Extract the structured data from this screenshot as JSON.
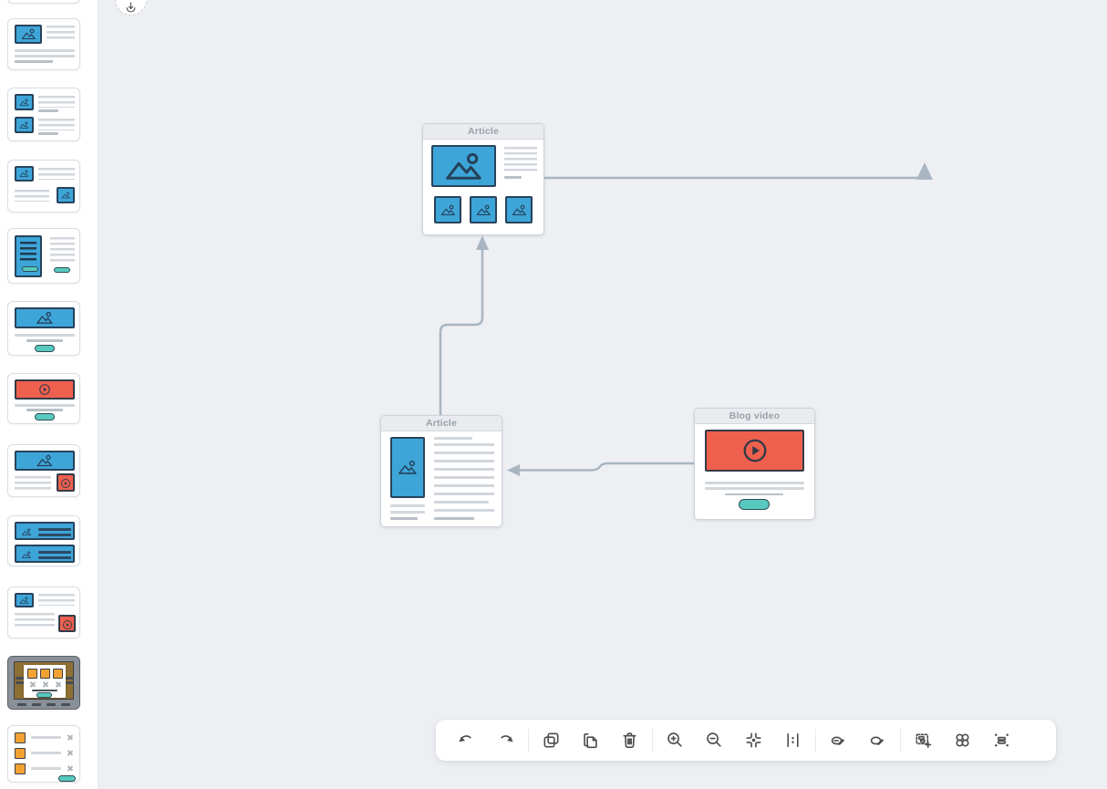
{
  "app": {
    "description": "visual sitemap and wireframe editor canvas"
  },
  "canvas": {
    "nodes": [
      {
        "label": "Article",
        "kind": "article-hero-with-thumbnails"
      },
      {
        "label": "Article",
        "kind": "article-image-left-text"
      },
      {
        "label": "Blog video",
        "kind": "video-player-with-button"
      }
    ],
    "connectors": [
      {
        "from": "article-top-right",
        "to": "offscreen-right",
        "arrow": "up"
      },
      {
        "from": "article-bottom-top",
        "to": "article-top-bottom",
        "arrow": "up"
      },
      {
        "from": "blog-video-left",
        "to": "article-bottom-right",
        "arrow": "left"
      }
    ]
  },
  "sidebar": {
    "templates": [
      {
        "name": "partial-card-cutoff"
      },
      {
        "name": "article-hero-image"
      },
      {
        "name": "article-two-image-rows"
      },
      {
        "name": "article-images-alternating"
      },
      {
        "name": "two-column-panels"
      },
      {
        "name": "image-banner-with-button"
      },
      {
        "name": "video-banner-with-button"
      },
      {
        "name": "image-banner-with-video"
      },
      {
        "name": "two-image-banners"
      },
      {
        "name": "article-with-video-thumb"
      },
      {
        "name": "lightbox-gallery-overlay"
      },
      {
        "name": "checklist-with-button"
      }
    ]
  },
  "toolbar": {
    "buttons": [
      {
        "name": "undo"
      },
      {
        "name": "redo"
      },
      {
        "name": "duplicate"
      },
      {
        "name": "paste"
      },
      {
        "name": "delete"
      },
      {
        "name": "zoom-in"
      },
      {
        "name": "zoom-out"
      },
      {
        "name": "zoom-to-fit"
      },
      {
        "name": "actual-size"
      },
      {
        "name": "copy-style"
      },
      {
        "name": "paste-style"
      },
      {
        "name": "add-to-selection"
      },
      {
        "name": "group"
      },
      {
        "name": "auto-align"
      }
    ]
  },
  "colors": {
    "canvas_bg": "#EDEFF3",
    "sidebar_bg": "#FFFFFF",
    "accent_blue": "#3EA5D9",
    "accent_red": "#F0604E",
    "accent_teal": "#58C9BE",
    "accent_orange": "#F2A233",
    "connector": "#A9B5C1",
    "node_header_text": "#98A2AB",
    "toolbar_icon": "#4D4D4D"
  }
}
